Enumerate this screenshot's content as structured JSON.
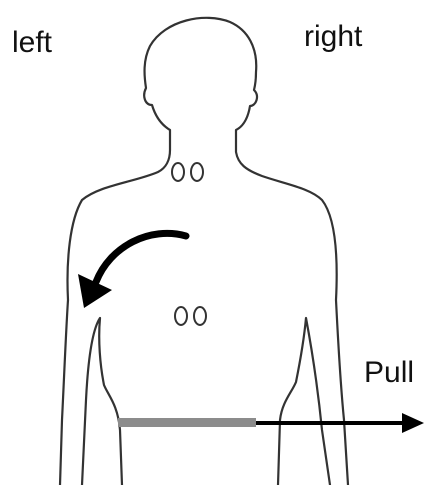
{
  "labels": {
    "left": "left",
    "right": "right",
    "pull": "Pull"
  },
  "colors": {
    "outline": "#333333",
    "arrow": "#000000",
    "belt": "#8c8c8c",
    "background": "#ffffff"
  }
}
